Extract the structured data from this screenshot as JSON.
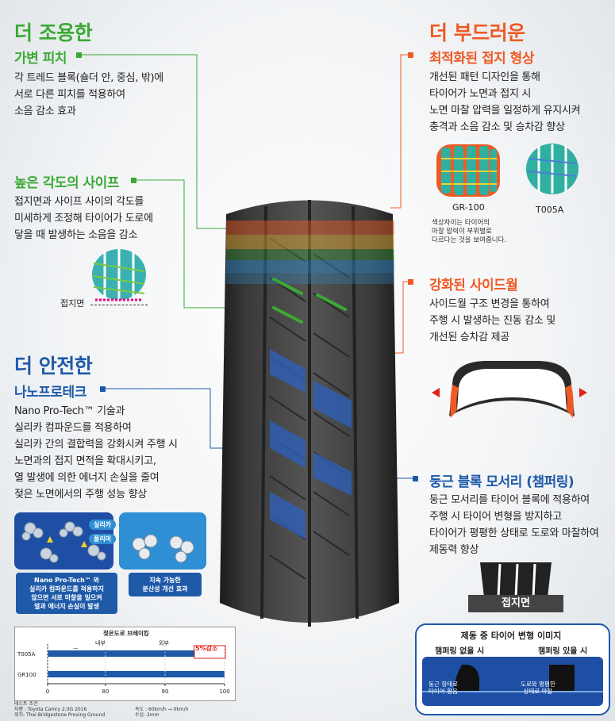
{
  "quiet": {
    "heading": "더 조용한",
    "pitch": {
      "title": "가변 피치",
      "desc": "각 트레드 블록(숄더 안, 중심, 밖)에\n서로 다른 피치를 적용하여\n소음 감소 효과"
    },
    "sipe": {
      "title": "높은 각도의 사이프",
      "desc": "접지면과 사이프 사이의 각도를\n미세하게 조정해 타이어가 도로에\n닿을 때 발생하는 소음을 감소",
      "contact_label": "접지면"
    }
  },
  "soft": {
    "heading": "더 부드러운",
    "contact": {
      "title": "최적화된 접지 형상",
      "desc": "개선된 패턴 디자인을 통해\n타이어가 노면과 접지 시\n노면 마찰 압력을 일정하게 유지시켜\n충격과 소음 감소 및 승차감 향상",
      "label_gr100": "GR-100",
      "label_t005a": "T005A",
      "note": "색상차이는 타이어의\n마찰 압력이 부위별로\n다르다는 것을 보여줍니다."
    },
    "sidewall": {
      "title": "강화된 사이드월",
      "desc": "사이드월 구조 변경을 통하여\n주행 시 발생하는 진동 감소 및\n개선된 승차감 제공"
    }
  },
  "safe": {
    "heading": "더 안전한",
    "nano": {
      "title": "나노프로테크",
      "desc": "Nano Pro-Tech™ 기술과\n실리카 컴파운드를 적용하여\n실리카 간의 결합력을 강화시켜 주행 시\n노면과의 접지 면적을 확대시키고,\n열 발생에 의한 에너지 손실을 줄여\n젖은 노면에서의 주행 성능 향상",
      "pill_silica": "실리카",
      "pill_polymer": "폴리머",
      "cap_left": "Nano Pro-Tech™ 와\n실리카 컴파운드를 적용하지\n않으면 서로 마찰을 일으켜\n열과 에너지 손실이 발생",
      "cap_right": "지속 가능한\n분산성 개선 효과"
    },
    "chamfer": {
      "title": "둥근 블록 모서리 (챔퍼링)",
      "desc": "둥근 모서리를 타이어 블록에 적용하여\n주행 시 타이어 변형을 방지하고\n타이어가 평평한 상태로 도로와 마찰하여\n제동력 향상",
      "contact_label": "접지면",
      "box_title": "제동 중 타이어 변형 이미지",
      "without": "챔퍼링 없을 시",
      "with": "챔퍼링 있을 시",
      "caption_left": "둥근 형태로\n타이어 휨음",
      "caption_right": "도로와 평평한\n상태로 마찰"
    }
  },
  "wet_chart": {
    "title": "젖은도로 브레이킹",
    "label_inner": "내부",
    "label_outer": "외부",
    "label_dash": "ㅡ",
    "badge": "5%감소",
    "test_conditions": "테스트 조건\n차량 : Toyota Camry 2.0G 2016\n위치: Thai Bridgestone Proving Ground",
    "test_conditions_2": "속도 : 60km/h → 0km/h\n수심: 2mm"
  },
  "chart_data": {
    "type": "bar",
    "title": "젖은도로 브레이킹",
    "categories": [
      "T005A",
      "GR100"
    ],
    "values": [
      95,
      100
    ],
    "xlim": [
      0,
      100
    ],
    "x_ticks": [
      0,
      80,
      90,
      100
    ],
    "annotation": "5%감소",
    "colors": {
      "bar": "#1e5aa8"
    }
  },
  "colors": {
    "green": "#3aaa35",
    "orange": "#ef5a24",
    "blue": "#1e5aa8"
  }
}
